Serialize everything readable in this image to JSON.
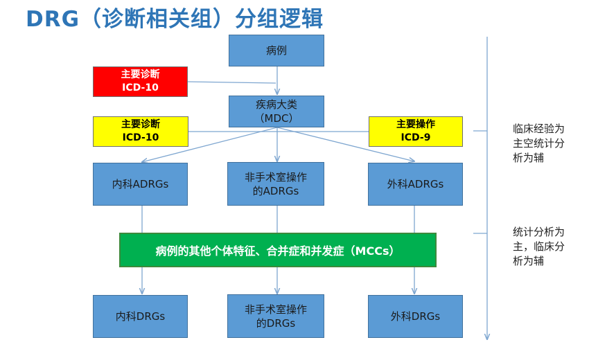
{
  "title": "DRG（诊断相关组）分组逻辑",
  "nodes": {
    "case": "病例",
    "mdc_line1": "疾病大类",
    "mdc_line2": "（MDC）",
    "medical_adrg": "内科ADRGs",
    "nonsurgical_adrg_line1": "非手术室操作",
    "nonsurgical_adrg_line2": "的ADRGs",
    "surgical_adrg": "外科ADRGs",
    "mccs": "病例的其他个体特征、合并症和并发症（MCCs）",
    "medical_drg": "内科DRGs",
    "nonsurgical_drg_line1": "非手术室操作",
    "nonsurgical_drg_line2": "的DRGs",
    "surgical_drg": "外科DRGs"
  },
  "tags": {
    "red_line1": "主要诊断",
    "red_line2": "ICD-10",
    "yellow_left_line1": "主要诊断",
    "yellow_left_line2": "ICD-10",
    "yellow_right_line1": "主要操作",
    "yellow_right_line2": "ICD-9"
  },
  "notes": {
    "upper": [
      "临床经验为",
      "主空统计分",
      "析为辅"
    ],
    "lower": [
      "统计分析为",
      "主，临床分",
      "析为辅"
    ]
  },
  "colors": {
    "title": "#2e75b6",
    "box_fill": "#5b9bd5",
    "arrow": "#7ea6d0",
    "red_tag": "#ff0000",
    "yellow_tag": "#ffff00",
    "green_box": "#00b050"
  }
}
